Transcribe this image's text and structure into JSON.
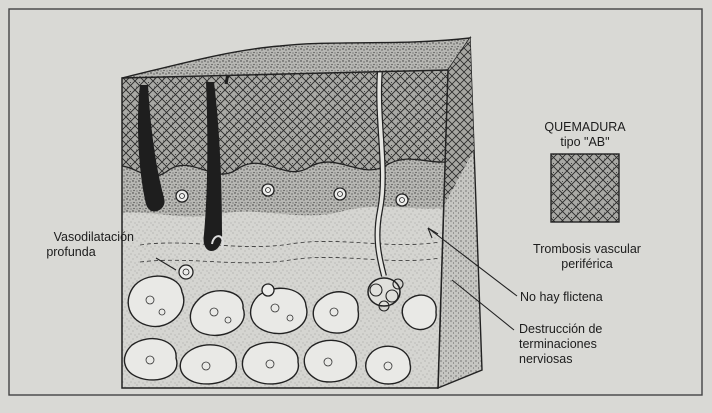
{
  "labels": {
    "vasodilatacion": [
      "Vasodilatación",
      "profunda"
    ],
    "quemadura": [
      "QUEMADURA",
      "tipo \"AB\""
    ],
    "trombosis": [
      "Trombosis vascular",
      "periférica"
    ],
    "flictena": "No hay flictena",
    "destruccion": [
      "Destrucción de",
      "terminaciones",
      "nerviosas"
    ]
  },
  "colors": {
    "paper": "#d9d9d5",
    "ink": "#1c1c1c",
    "frame": "#444444"
  }
}
